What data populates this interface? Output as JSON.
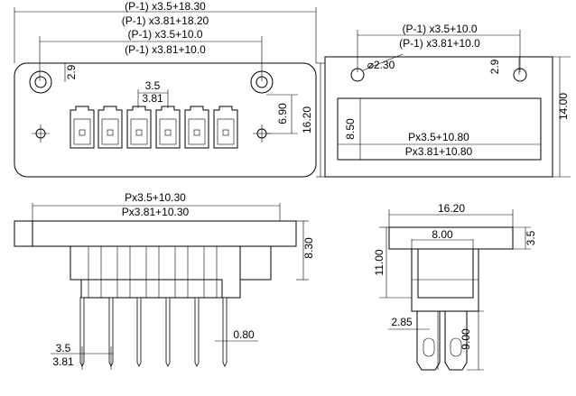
{
  "front_view": {
    "dim_overall_35": "(P-1) x3.5+18.30",
    "dim_overall_381": "(P-1) x3.81+18.20",
    "dim_holes_35": "(P-1) x3.5+10.0",
    "dim_holes_381": "(P-1) x3.81+10.0",
    "dim_hole_offset": "2.9",
    "dim_pitch_35": "3.5",
    "dim_pitch_381": "3.81",
    "dim_side_offset": "6.90",
    "dim_height": "16.20"
  },
  "panel_cutout": {
    "dim_holes_35": "(P-1) x3.5+10.0",
    "dim_holes_381": "(P-1) x3.81+10.0",
    "dim_hole_dia": "⌀2.30",
    "dim_hole_offset": "2.9",
    "dim_height": "14.00",
    "dim_slot_height": "8.50",
    "dim_slot_35": "Px3.5+10.80",
    "dim_slot_381": "Px3.81+10.80"
  },
  "bottom_view": {
    "dim_width_35": "Px3.5+10.30",
    "dim_width_381": "Px3.81+10.30",
    "dim_height": "8.30",
    "dim_pitch_35": "3.5",
    "dim_pitch_381": "3.81",
    "dim_pin": "0.80"
  },
  "side_view": {
    "dim_width": "16.20",
    "dim_top": "3.5",
    "dim_inner": "8.00",
    "dim_height": "11.00",
    "dim_pin_len": "9.00",
    "dim_pin_off": "2.85"
  }
}
